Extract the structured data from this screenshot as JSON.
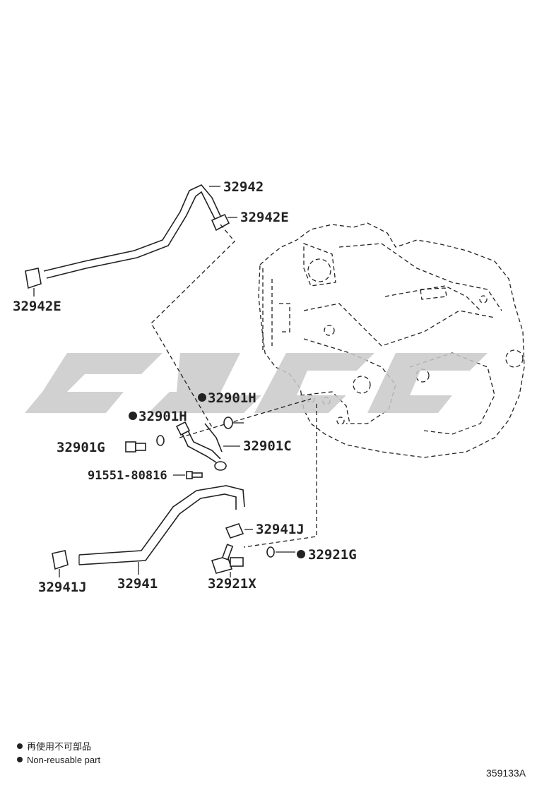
{
  "labels": {
    "p32942": "32942",
    "p32942e_top": "32942E",
    "p32942e_left": "32942E",
    "p32901h_a": "32901H",
    "p32901h_b": "32901H",
    "p32901g": "32901G",
    "p32901c": "32901C",
    "p91551": "91551-80816",
    "p32941j_top": "32941J",
    "p32941j_left": "32941J",
    "p32941": "32941",
    "p32921x": "32921X",
    "p32921g": "32921G"
  },
  "legend": {
    "line_jp": "再使用不可部品",
    "line_en": "Non-reusable part"
  },
  "figure_number": "359133A"
}
